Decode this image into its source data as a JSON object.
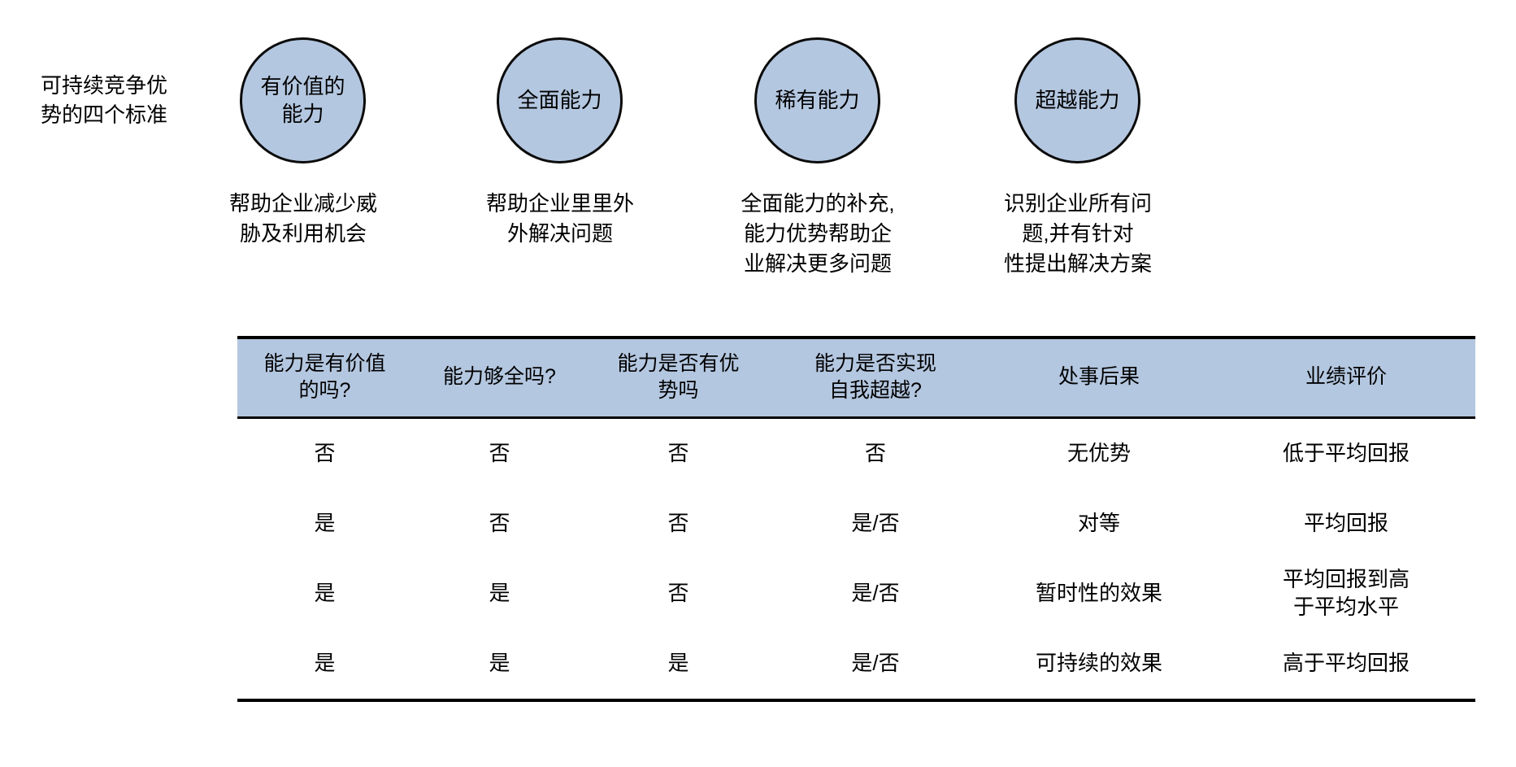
{
  "left_caption": "可持续竞争\n优势的四个标准",
  "left_caption_lines": "可持续竞争优\n势的四个标准",
  "circles": [
    {
      "label": "有价值的\n能力",
      "description": "帮助企业减少威\n胁及利用机会"
    },
    {
      "label": "全面能力",
      "description": "帮助企业里里外\n外解决问题"
    },
    {
      "label": "稀有能力",
      "description": "全面能力的补充,\n能力优势帮助企\n业解决更多问题"
    },
    {
      "label": "超越能力",
      "description": "识别企业所有问\n题,并有针对\n性提出解决方案"
    }
  ],
  "colors": {
    "circle_fill": "#b4c7e0",
    "header_fill": "#b4c7e0",
    "outline": "#0b0b0b",
    "background": "#ffffff"
  },
  "table": {
    "headers": [
      "能力是有价值\n的吗?",
      "能力够全吗?",
      "能力是否有优\n势吗",
      "能力是否实现\n自我超越?",
      "处事后果",
      "业绩评价"
    ],
    "rows": [
      [
        "否",
        "否",
        "否",
        "否",
        "无优势",
        "低于平均回报"
      ],
      [
        "是",
        "否",
        "否",
        "是/否",
        "对等",
        "平均回报"
      ],
      [
        "是",
        "是",
        "否",
        "是/否",
        "暂时性的效果",
        "平均回报到高\n于平均水平"
      ],
      [
        "是",
        "是",
        "是",
        "是/否",
        "可持续的效果",
        "高于平均回报"
      ]
    ]
  }
}
